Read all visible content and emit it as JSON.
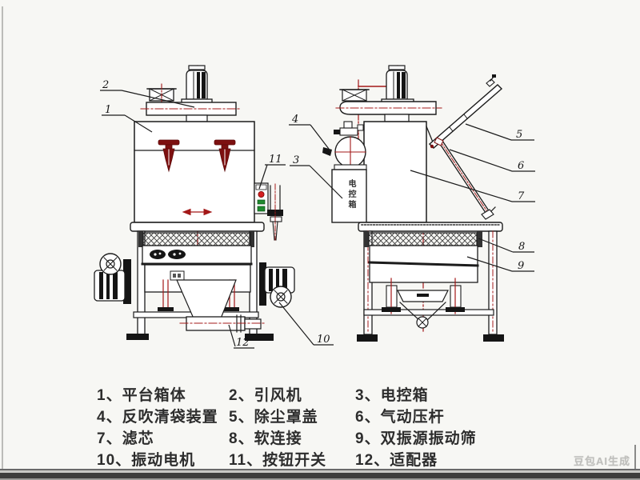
{
  "page": {
    "background": "#f7f7f4",
    "watermark": "豆包AI生成"
  },
  "callouts": {
    "c1": "1",
    "c2": "2",
    "c3": "3",
    "c4": "4",
    "c5": "5",
    "c6": "6",
    "c7": "7",
    "c8": "8",
    "c9": "9",
    "c10": "10",
    "c11": "11",
    "c12": "12"
  },
  "diagram": {
    "control_box_label": "电控箱",
    "colors": {
      "line": "#1c1c1c",
      "centerline": "#a31818",
      "filter_red": "#7d1010",
      "button_red": "#d42020",
      "button_green": "#1f8a2f"
    }
  },
  "legend": {
    "items": [
      "1、平台箱体",
      "2、引风机",
      "3、电控箱",
      "4、反吹清袋装置",
      "5、除尘罩盖",
      "6、气动压杆",
      "7、滤芯",
      "8、软连接",
      "9、双振源振动筛",
      "10、振动电机",
      "11、按钮开关",
      "12、适配器"
    ]
  }
}
